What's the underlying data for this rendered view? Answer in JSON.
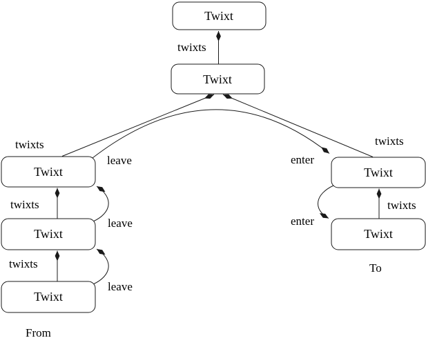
{
  "diagram": {
    "type": "graph",
    "nodes": {
      "root": {
        "label": "Twixt"
      },
      "hub": {
        "label": "Twixt"
      },
      "from_top": {
        "label": "Twixt"
      },
      "from_middle": {
        "label": "Twixt"
      },
      "from_bottom": {
        "label": "Twixt"
      },
      "to_top": {
        "label": "Twixt"
      },
      "to_bottom": {
        "label": "Twixt"
      }
    },
    "edge_labels": {
      "hub_to_root_twixts": "twixts",
      "from_top_to_hub_twixts": "twixts",
      "to_top_to_hub_twixts": "twixts",
      "from_middle_up_twixts": "twixts",
      "from_bottom_up_twixts": "twixts",
      "to_bottom_up_twixts": "twixts",
      "arch_leave": "leave",
      "arch_enter": "enter",
      "from_middle_leave": "leave",
      "from_bottom_leave": "leave",
      "to_bottom_enter": "enter"
    },
    "captions": {
      "from": "From",
      "to": "To"
    },
    "colors": {
      "background": "#ffffff",
      "line": "#1a1a1a",
      "text": "#000000"
    }
  }
}
